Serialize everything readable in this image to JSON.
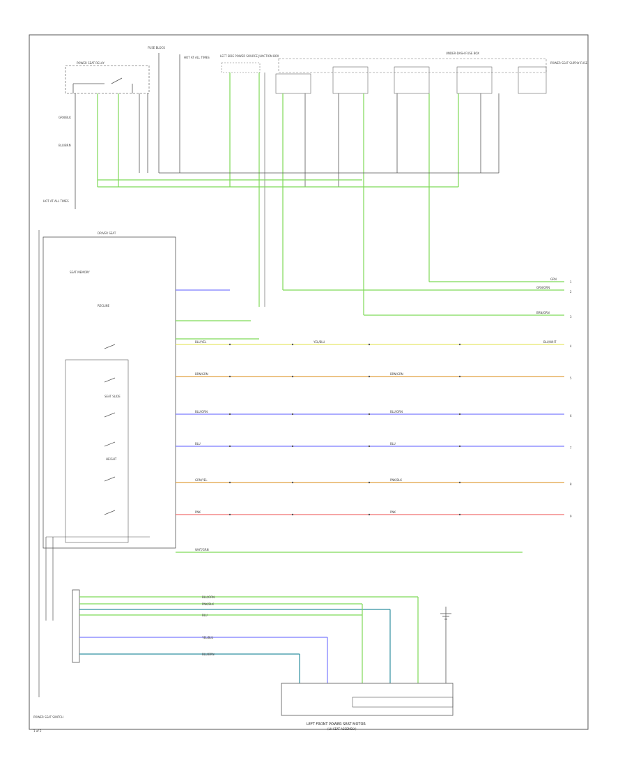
{
  "diagram": {
    "title_bottom": "LEFT FRONT POWER SEAT MOTOR",
    "title_bottom_sub": "(LH SEAT ASSEMBLY)",
    "left_box_caption": "POWER SEAT SWITCH",
    "corner_label": "1 of 2",
    "top_labels": {
      "relay": "POWER SEAT RELAY",
      "hot_at_all_times": "HOT AT ALL TIMES",
      "fuse_block": "FUSE BLOCK",
      "junction": "LEFT SIDE POWER SOURCE JUNCTION BOX",
      "under_dash": "UNDER-DASH FUSE BOX",
      "right_text": "POWER SEAT SUPPLY FUSE"
    },
    "switch_labels": {
      "driver_seat": "DRIVER SEAT",
      "seat_slide": "SEAT SLIDE",
      "recline": "RECLINE",
      "height": "HEIGHT",
      "seat_memory": "SEAT MEMORY"
    },
    "wire_colors": {
      "power": "#7ed957",
      "blue": "#7a7aff",
      "yellow": "#e6e66a",
      "orange": "#e0a040",
      "violet": "#b070e0",
      "red": "#f07070",
      "gray": "#9a9a9a",
      "teal": "#3090a0",
      "black": "#333333"
    },
    "connector_numbers": [
      "1",
      "2",
      "3",
      "4",
      "5",
      "6",
      "7",
      "8",
      "9"
    ],
    "wire_rows": [
      {
        "code": "BLU/BRN",
        "mid": "BLU/WHT"
      },
      {
        "code": "GRN/BLK",
        "mid": "GRN"
      },
      {
        "code": "BLU/YEL",
        "mid": "YEL/BLU"
      },
      {
        "code": "BRN/GRN",
        "mid": "BRN/GRN"
      },
      {
        "code": "BLU/ORN",
        "mid": "BLU/ORN"
      },
      {
        "code": "BLU",
        "mid": "BLU"
      },
      {
        "code": "GRN/YEL",
        "mid": "PNK/BLK"
      },
      {
        "code": "PNK",
        "mid": "PNK"
      },
      {
        "code": "GRN/ORN",
        "mid": "WHT/GRN"
      }
    ]
  }
}
